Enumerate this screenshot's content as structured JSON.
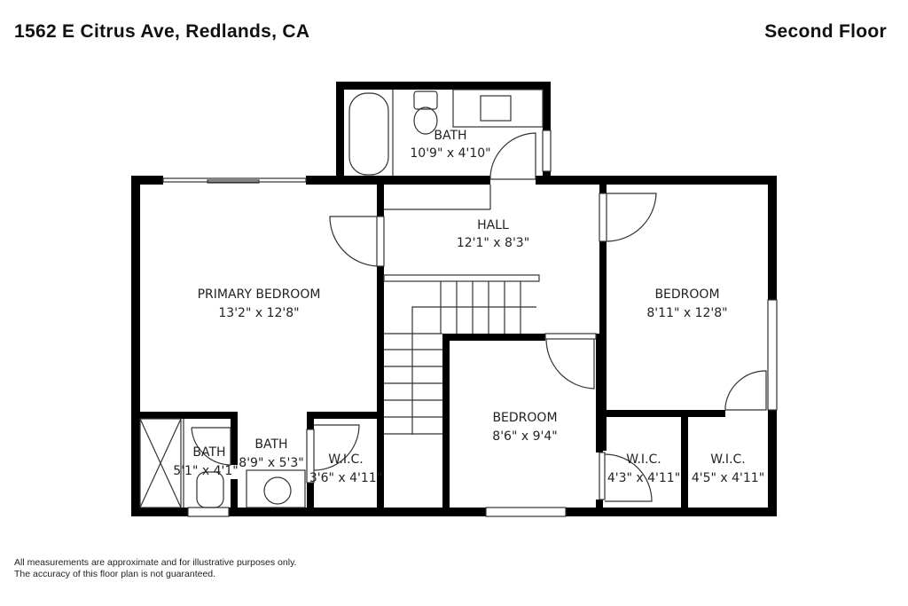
{
  "header": {
    "address": "1562 E Citrus Ave, Redlands, CA",
    "floor_label": "Second Floor"
  },
  "rooms": [
    {
      "id": "bath-top",
      "name": "BATH",
      "dimensions": "10'9\" x 4'10\""
    },
    {
      "id": "hall",
      "name": "HALL",
      "dimensions": "12'1\" x 8'3\""
    },
    {
      "id": "primary-bedroom",
      "name": "PRIMARY BEDROOM",
      "dimensions": "13'2\" x 12'8\""
    },
    {
      "id": "bedroom-right",
      "name": "BEDROOM",
      "dimensions": "8'11\" x 12'8\""
    },
    {
      "id": "bedroom-center",
      "name": "BEDROOM",
      "dimensions": "8'6\" x 9'4\""
    },
    {
      "id": "bath-small",
      "name": "BATH",
      "dimensions": "5'1\" x 4'1\""
    },
    {
      "id": "bath-primary",
      "name": "BATH",
      "dimensions": "8'9\" x 5'3\""
    },
    {
      "id": "wic-primary",
      "name": "W.I.C.",
      "dimensions": "3'6\" x 4'11\""
    },
    {
      "id": "wic-center",
      "name": "W.I.C.",
      "dimensions": "4'3\" x 4'11\""
    },
    {
      "id": "wic-right",
      "name": "W.I.C.",
      "dimensions": "4'5\" x 4'11\""
    }
  ],
  "footer": {
    "disclaimer_line1": "All measurements are approximate and for illustrative purposes only.",
    "disclaimer_line2": "The accuracy of this floor plan is not guaranteed."
  },
  "colors": {
    "wall": "#000000",
    "line": "#333333",
    "background": "#ffffff"
  }
}
